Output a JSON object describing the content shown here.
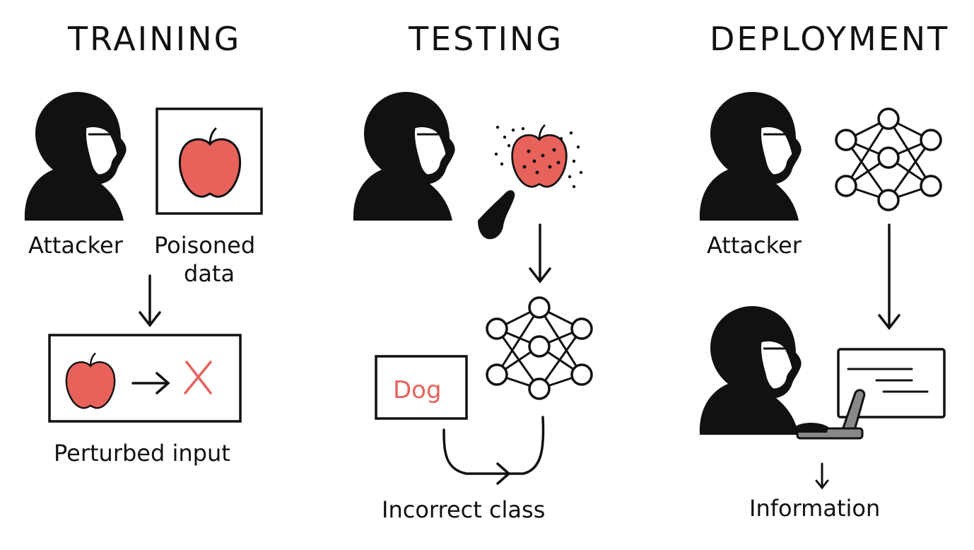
{
  "headings": {
    "training": "TRAINING",
    "testing": "TESTING",
    "deployment": "DEPLOYMENT"
  },
  "training": {
    "attacker_label": "Attacker",
    "poisoned_line1": "Poisoned",
    "poisoned_line2": "data",
    "perturbed_label": "Perturbed input"
  },
  "testing": {
    "dog_label": "Dog",
    "incorrect_label": "Incorrect class"
  },
  "deployment": {
    "attacker_label": "Attacker",
    "information_label": "Information"
  },
  "colors": {
    "accent": "#e8625c",
    "ink": "#111111",
    "gray": "#888888"
  }
}
